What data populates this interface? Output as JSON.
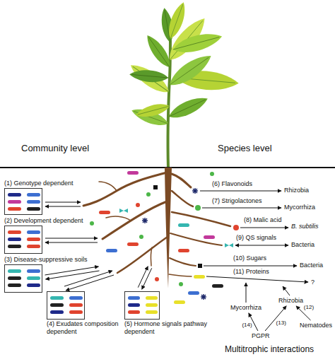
{
  "diagram": {
    "nodes": [
      {
        "text": [
          "(1) Genotype dependent"
        ]
      },
      {
        "text": [
          "(2) Development dependent"
        ]
      },
      {
        "text": [
          "(3) Disease-suppressive soils"
        ]
      },
      {
        "text": [
          "(4) Exudates composition dependent"
        ]
      },
      {
        "text": [
          "(5) Hormone signals pathway dependent"
        ]
      },
      {
        "text": [
          "Rhizobia"
        ]
      },
      {
        "text": [
          "Mycorrhiza"
        ]
      },
      {
        "text": [
          "B. subtilis"
        ]
      },
      {
        "text": [
          "Bacteria"
        ]
      },
      {
        "text": [
          "Bacteria"
        ]
      },
      {
        "text": [
          "?"
        ]
      },
      {
        "text": [
          "Mycorrhiza"
        ]
      },
      {
        "text": [
          "Rhizobia"
        ]
      },
      {
        "text": [
          "PGPR"
        ]
      },
      {
        "text": [
          "Nematodes"
        ]
      }
    ],
    "edges": [
      {
        "from": 14,
        "to": 12,
        "label": "(12)",
        "arrow": "to"
      },
      {
        "from": 13,
        "to": 12,
        "label": "(13)",
        "arrow": "to"
      },
      {
        "from": 13,
        "to": 11,
        "label": "(14)",
        "arrow": "to"
      }
    ],
    "labels": [
      "Community level",
      "Species level",
      "(6) Flavonoids",
      "(7) Strigolactones",
      "(8) Malic acid",
      "(9) QS signals",
      "(10) Sugars",
      "(11) Proteins",
      "Multitrophic interactions"
    ]
  }
}
